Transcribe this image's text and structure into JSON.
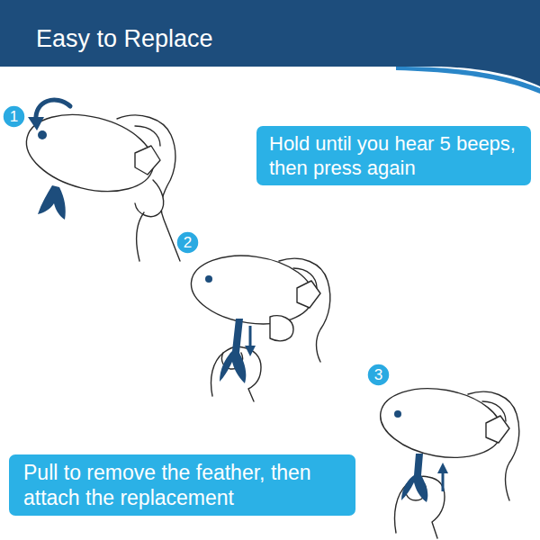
{
  "diagram": {
    "title": "Easy to Replace",
    "nodes": [
      {
        "text": [
          "1"
        ]
      },
      {
        "text": [
          "Hold until you hear 5 beeps, then press again"
        ]
      },
      {
        "text": [
          "2"
        ]
      },
      {
        "text": [
          "3"
        ]
      },
      {
        "text": [
          "Pull to remove the feather, then attach the replacement"
        ]
      }
    ]
  }
}
